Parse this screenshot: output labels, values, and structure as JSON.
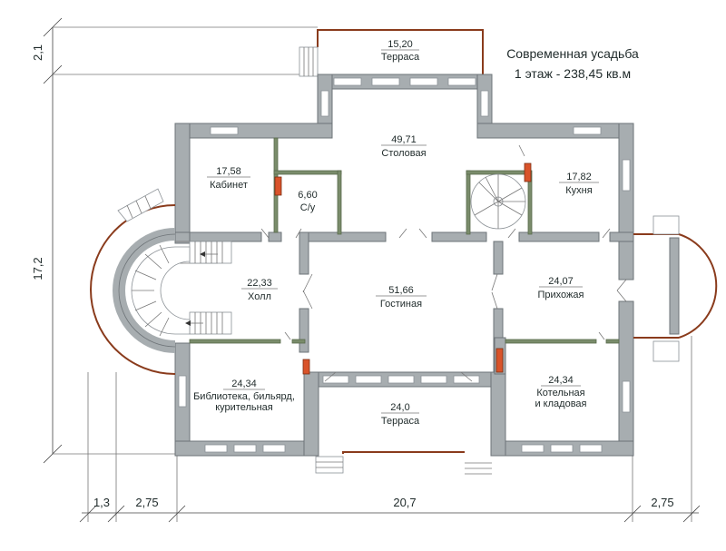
{
  "header": {
    "title": "Современная усадьба",
    "subtitle": "1 этаж - 238,45 кв.м"
  },
  "rooms": {
    "terrace_top": {
      "area": "15,20",
      "name": "Терраса"
    },
    "dining": {
      "area": "49,71",
      "name": "Столовая"
    },
    "study": {
      "area": "17,58",
      "name": "Кабинет"
    },
    "wc": {
      "area": "6,60",
      "name": "С/у"
    },
    "kitchen": {
      "area": "17,82",
      "name": "Кухня"
    },
    "hall": {
      "area": "22,33",
      "name": "Холл"
    },
    "living": {
      "area": "51,66",
      "name": "Гостиная"
    },
    "entry": {
      "area": "24,07",
      "name": "Прихожая"
    },
    "library": {
      "area": "24,34",
      "name_line1": "Библиотека, бильярд,",
      "name_line2": "курительная"
    },
    "boiler": {
      "area": "24,34",
      "name_line1": "Котельная",
      "name_line2": "и кладовая"
    },
    "terrace_bottom": {
      "area": "24,0",
      "name": "Терраса"
    }
  },
  "dimensions": {
    "top_left": "2,1",
    "left_height": "17,2",
    "bottom_a": "1,3",
    "bottom_b": "2,75",
    "bottom_width": "20,7",
    "bottom_c": "2,75"
  },
  "colors": {
    "wall": "#a7adb0",
    "partition": "#7a8c6b",
    "railing": "#8a3b1c",
    "stove": "#d9532a"
  }
}
